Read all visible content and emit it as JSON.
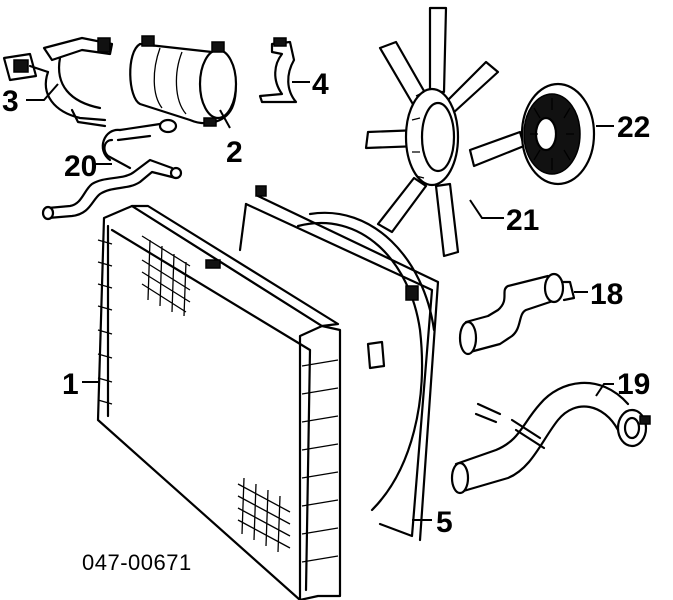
{
  "callouts": {
    "c1": "1",
    "c2": "2",
    "c3": "3",
    "c4": "4",
    "c5": "5",
    "c18": "18",
    "c19": "19",
    "c20": "20",
    "c21": "21",
    "c22": "22"
  },
  "diagram_code": "047-00671"
}
